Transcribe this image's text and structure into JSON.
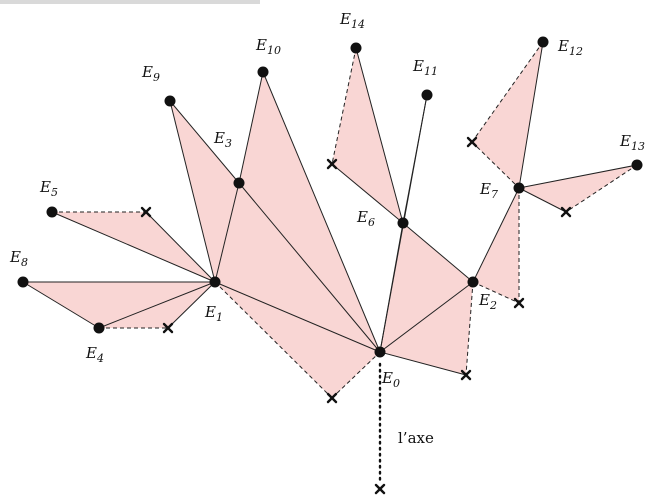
{
  "labels": {
    "E0": {
      "base": "E",
      "sub": "0"
    },
    "E1": {
      "base": "E",
      "sub": "1"
    },
    "E2": {
      "base": "E",
      "sub": "2"
    },
    "E3": {
      "base": "E",
      "sub": "3"
    },
    "E4": {
      "base": "E",
      "sub": "4"
    },
    "E5": {
      "base": "E",
      "sub": "5"
    },
    "E6": {
      "base": "E",
      "sub": "6"
    },
    "E7": {
      "base": "E",
      "sub": "7"
    },
    "E8": {
      "base": "E",
      "sub": "8"
    },
    "E9": {
      "base": "E",
      "sub": "9"
    },
    "E10": {
      "base": "E",
      "sub": "10"
    },
    "E11": {
      "base": "E",
      "sub": "11"
    },
    "E12": {
      "base": "E",
      "sub": "12"
    },
    "E13": {
      "base": "E",
      "sub": "13"
    },
    "E14": {
      "base": "E",
      "sub": "14"
    }
  },
  "axis_label": "l’axe",
  "colors": {
    "fill": "#f9d6d4",
    "ink": "#111111"
  }
}
